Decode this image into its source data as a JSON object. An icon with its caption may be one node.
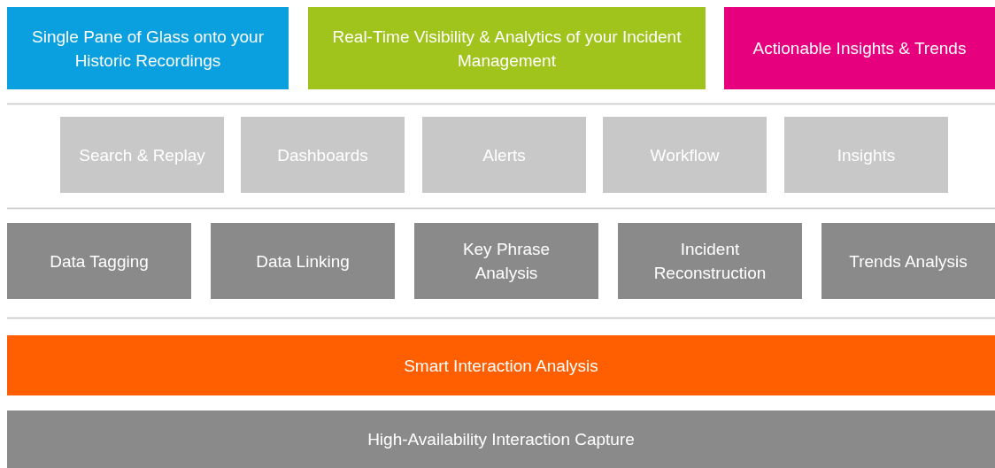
{
  "diagram": {
    "nodes": [
      {
        "text": [
          "Single Pane of Glass onto your Historic Recordings"
        ]
      },
      {
        "text": [
          "Real-Time Visibility & Analytics of your Incident Management"
        ]
      },
      {
        "text": [
          "Actionable Insights & Trends"
        ]
      },
      {
        "text": [
          "Search & Replay"
        ]
      },
      {
        "text": [
          "Dashboards"
        ]
      },
      {
        "text": [
          "Alerts"
        ]
      },
      {
        "text": [
          "Workflow"
        ]
      },
      {
        "text": [
          "Insights"
        ]
      },
      {
        "text": [
          "Data Tagging"
        ]
      },
      {
        "text": [
          "Data Linking"
        ]
      },
      {
        "text": [
          "Key Phrase Analysis"
        ]
      },
      {
        "text": [
          "Incident Reconstruction"
        ]
      },
      {
        "text": [
          "Trends Analysis"
        ]
      },
      {
        "text": [
          "Smart Interaction Analysis"
        ]
      },
      {
        "text": [
          "High-Availability Interaction Capture"
        ]
      }
    ]
  }
}
